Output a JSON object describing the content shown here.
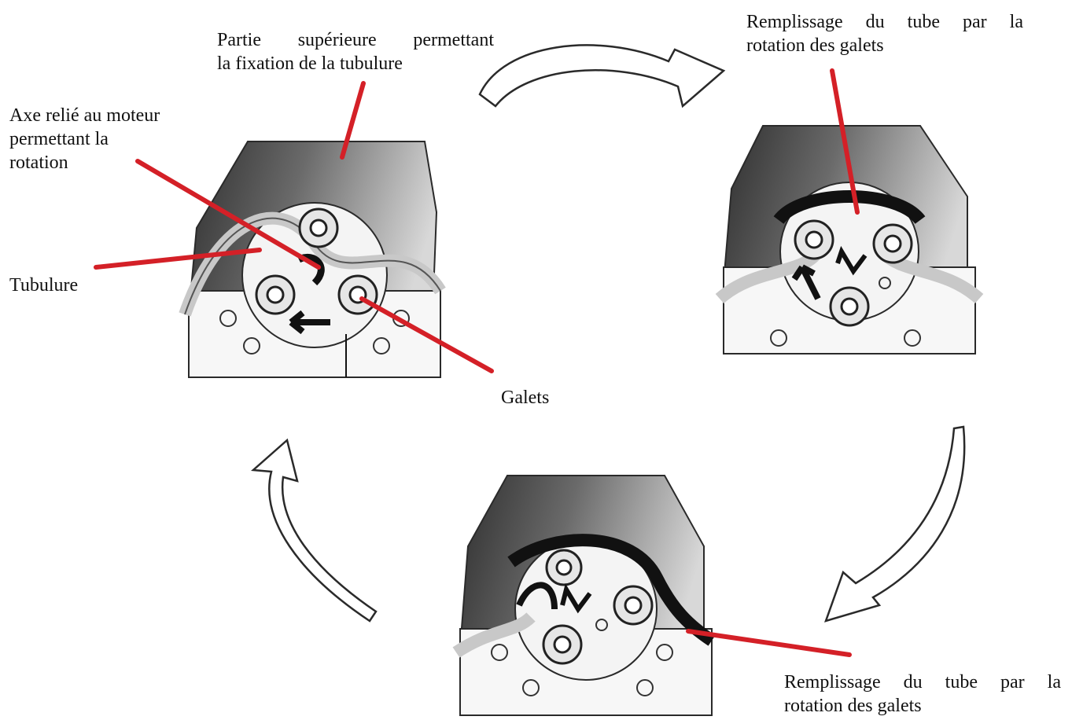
{
  "labels": {
    "partie_superieure": [
      "Partie supérieure permettant",
      "la fixation de la tubulure"
    ],
    "axe": [
      "Axe relié au moteur",
      "permettant la",
      "rotation"
    ],
    "tubulure": "Tubulure",
    "galets": "Galets",
    "remplissage_haut": [
      "Remplissage du tube par la",
      "rotation des galets"
    ],
    "remplissage_bas": [
      "Remplissage du tube par la",
      "rotation des galets"
    ]
  },
  "pumps": [
    {
      "name": "pompe-position-1"
    },
    {
      "name": "pompe-position-2"
    },
    {
      "name": "pompe-position-3"
    }
  ],
  "colors": {
    "pointer": "#d42027",
    "outline": "#2a2a2a",
    "housing_dark": "#3a3a3a",
    "housing_light": "#cfcfcf",
    "tube": "#1a1a1a"
  }
}
